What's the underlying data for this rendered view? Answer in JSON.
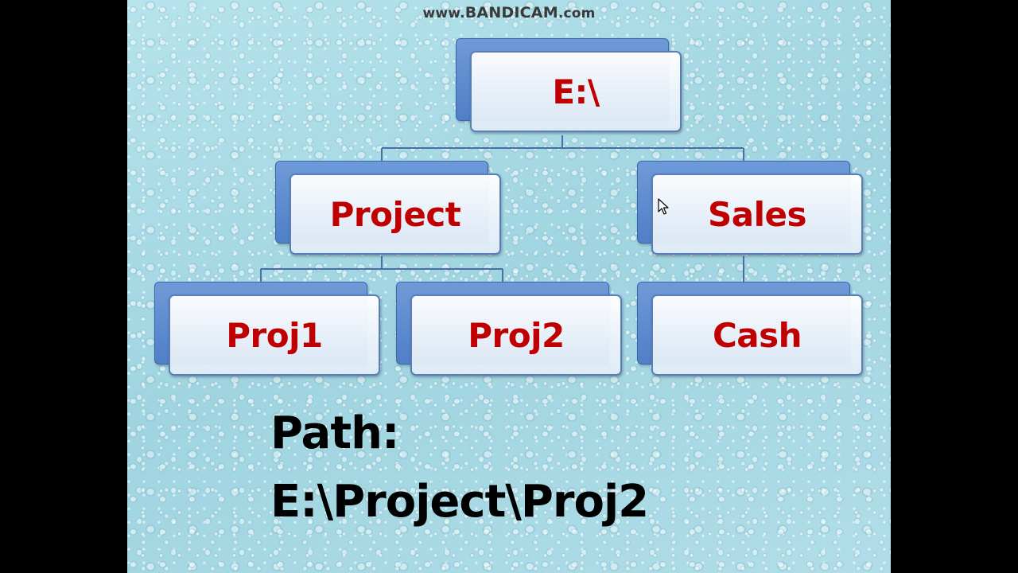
{
  "watermark": {
    "prefix": "www.",
    "brand": "BANDICAM",
    "suffix": ".com"
  },
  "tree": {
    "root": "E:\\",
    "level1": [
      "Project",
      "Sales"
    ],
    "level2": [
      "Proj1",
      "Proj2",
      "Cash"
    ]
  },
  "path": {
    "label": "Path:",
    "value": "E:\\Project\\Proj2"
  },
  "colors": {
    "node_text": "#c00000",
    "node_back": "#4f7fc8",
    "connector": "#4a6fa8",
    "background": "#a9dbe6"
  }
}
